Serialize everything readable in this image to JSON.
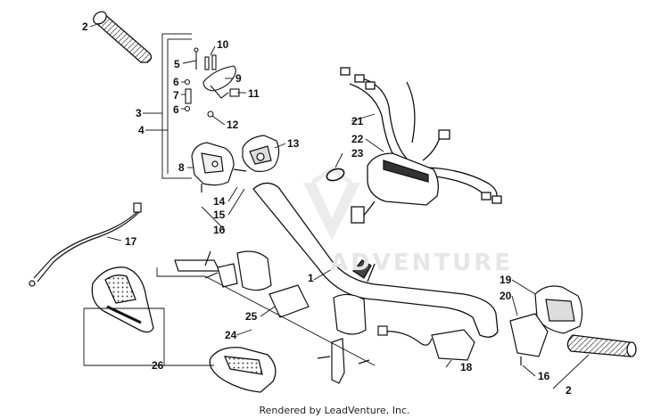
{
  "watermark": {
    "text": "ADVENTURE",
    "icon": "leadventure-v-logo"
  },
  "callouts": {
    "c1": "1",
    "c2a": "2",
    "c2b": "2",
    "c3": "3",
    "c4": "4",
    "c5": "5",
    "c6a": "6",
    "c6b": "6",
    "c7": "7",
    "c8": "8",
    "c9": "9",
    "c10": "10",
    "c11": "11",
    "c12": "12",
    "c13": "13",
    "c14": "14",
    "c15": "15",
    "c16a": "16",
    "c16b": "16",
    "c17": "17",
    "c18": "18",
    "c19": "19",
    "c20": "20",
    "c21": "21",
    "c22": "22",
    "c23": "23",
    "c24": "24",
    "c25": "25",
    "c26": "26"
  },
  "footer": {
    "credit": "Rendered by LeadVenture, Inc."
  }
}
